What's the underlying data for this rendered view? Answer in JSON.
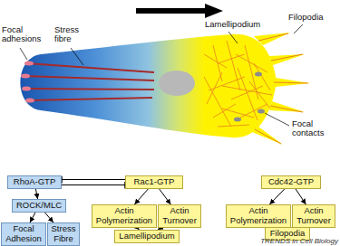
{
  "diagram": {
    "nodes": [
      {
        "text": [
          "RhoA-GTP"
        ]
      },
      {
        "text": [
          "Rac1-GTP"
        ]
      },
      {
        "text": [
          "Cdc42-GTP"
        ]
      },
      {
        "text": [
          "ROCK/MLC"
        ]
      },
      {
        "text": [
          "Actin Polymerization"
        ]
      },
      {
        "text": [
          "Actin Turnover"
        ]
      },
      {
        "text": [
          "Actin Polymerization"
        ]
      },
      {
        "text": [
          "Actin Turnover"
        ]
      },
      {
        "text": [
          "Focal Adhesion"
        ]
      },
      {
        "text": [
          "Stress Fibre"
        ]
      },
      {
        "text": [
          "Lamellipodium"
        ]
      },
      {
        "text": [
          "Filopodia"
        ]
      }
    ],
    "edges": [
      {
        "from": 1,
        "to": 0,
        "arrow": "to"
      },
      {
        "from": 0,
        "to": 1,
        "arrow": "to"
      },
      {
        "from": 0,
        "to": 3,
        "arrow": "to"
      },
      {
        "from": 3,
        "to": 8,
        "arrow": "to"
      },
      {
        "from": 3,
        "to": 9,
        "arrow": "to"
      },
      {
        "from": 1,
        "to": 4,
        "arrow": "to"
      },
      {
        "from": 1,
        "to": 5,
        "arrow": "to"
      },
      {
        "from": 4,
        "to": 10,
        "arrow": "to"
      },
      {
        "from": 5,
        "to": 10,
        "arrow": "to"
      },
      {
        "from": 2,
        "to": 6,
        "arrow": "to"
      },
      {
        "from": 2,
        "to": 7,
        "arrow": "to"
      },
      {
        "from": 6,
        "to": 11,
        "arrow": "to"
      },
      {
        "from": 7,
        "to": 11,
        "arrow": "to"
      }
    ],
    "labels": [
      "Focal adhesions",
      "Stress fibre",
      "Lamellipodium",
      "Filopodia",
      "Focal contacts",
      "TRENDS in Cell Biology"
    ]
  }
}
